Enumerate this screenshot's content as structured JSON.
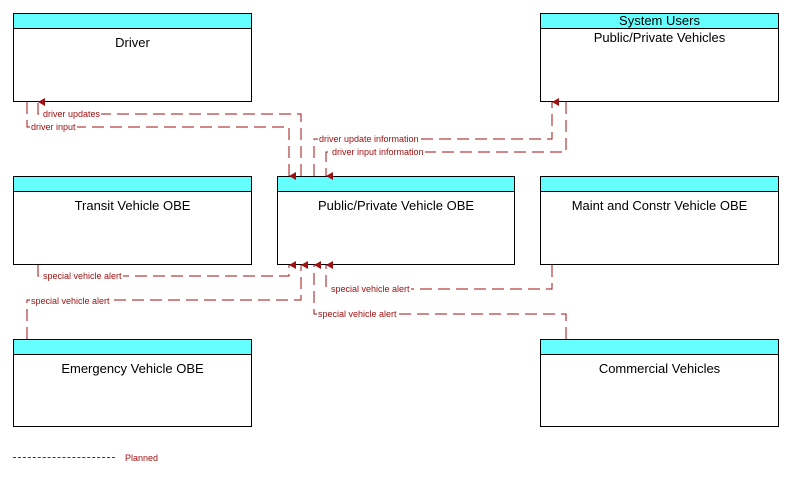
{
  "nodes": {
    "driver": {
      "name": "Driver"
    },
    "public_private_vehicles": {
      "header": "System Users",
      "name": "Public/Private Vehicles"
    },
    "transit_vehicle_obe": {
      "name": "Transit Vehicle OBE"
    },
    "public_private_vehicle_obe": {
      "name": "Public/Private Vehicle OBE"
    },
    "maint_constr_vehicle_obe": {
      "name": "Maint and Constr Vehicle OBE"
    },
    "emergency_vehicle_obe": {
      "name": "Emergency Vehicle OBE"
    },
    "commercial_vehicles": {
      "name": "Commercial Vehicles"
    }
  },
  "flows": {
    "driver_updates": "driver updates",
    "driver_input": "driver input",
    "driver_update_information": "driver update information",
    "driver_input_information": "driver input information",
    "transit_special_vehicle_alert": "special vehicle alert",
    "emergency_special_vehicle_alert": "special vehicle alert",
    "maint_special_vehicle_alert": "special vehicle alert",
    "commercial_special_vehicle_alert": "special vehicle alert"
  },
  "legend": {
    "planned": "Planned"
  },
  "colors": {
    "flow": "#a01010",
    "header": "#66ffff"
  }
}
